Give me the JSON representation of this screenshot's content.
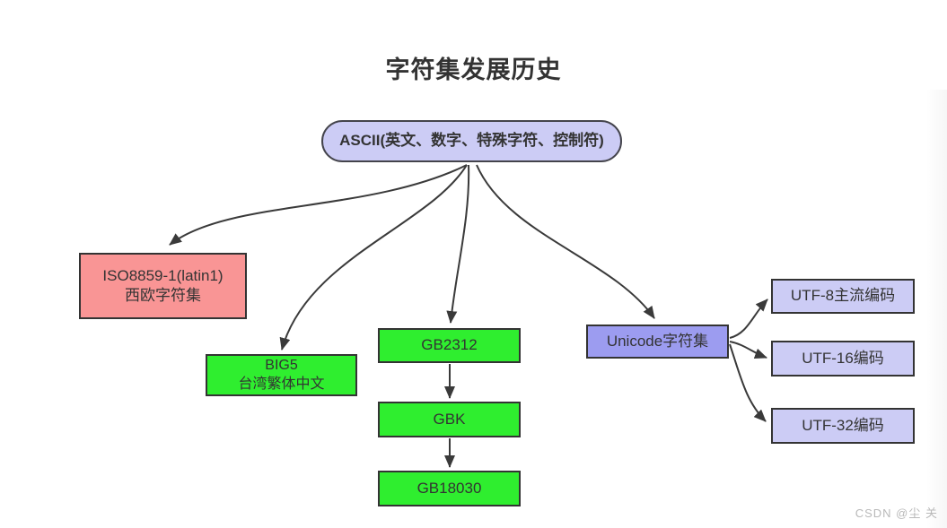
{
  "title": "字符集发展历史",
  "watermark": "CSDN @尘 关",
  "palette": {
    "lavender_light": "#ccccf5",
    "lavender_medium": "#9c9cf0",
    "green": "#2fee2f",
    "pink": "#f99595",
    "box_border": "#333333",
    "arrow": "#3a3a3a",
    "text": "#333333",
    "watermark_text": "#b9b9b9"
  },
  "nodes": {
    "ascii": {
      "label": "ASCII(英文、数字、特殊字符、控制符)"
    },
    "iso": {
      "line1": "ISO8859-1(latin1)",
      "line2": "西欧字符集"
    },
    "big5": {
      "line1": "BIG5",
      "line2": "台湾繁体中文"
    },
    "gb2312": {
      "label": "GB2312"
    },
    "gbk": {
      "label": "GBK"
    },
    "gb18030": {
      "label": "GB18030"
    },
    "unicode": {
      "label": "Unicode字符集"
    },
    "utf8": {
      "label": "UTF-8主流编码"
    },
    "utf16": {
      "label": "UTF-16编码"
    },
    "utf32": {
      "label": "UTF-32编码"
    }
  },
  "edges": [
    {
      "from": "ASCII(英文、数字、特殊字符、控制符)",
      "to": "ISO8859-1(latin1) 西欧字符集"
    },
    {
      "from": "ASCII(英文、数字、特殊字符、控制符)",
      "to": "BIG5 台湾繁体中文"
    },
    {
      "from": "ASCII(英文、数字、特殊字符、控制符)",
      "to": "GB2312"
    },
    {
      "from": "ASCII(英文、数字、特殊字符、控制符)",
      "to": "Unicode字符集"
    },
    {
      "from": "GB2312",
      "to": "GBK"
    },
    {
      "from": "GBK",
      "to": "GB18030"
    },
    {
      "from": "Unicode字符集",
      "to": "UTF-8主流编码"
    },
    {
      "from": "Unicode字符集",
      "to": "UTF-16编码"
    },
    {
      "from": "Unicode字符集",
      "to": "UTF-32编码"
    }
  ]
}
